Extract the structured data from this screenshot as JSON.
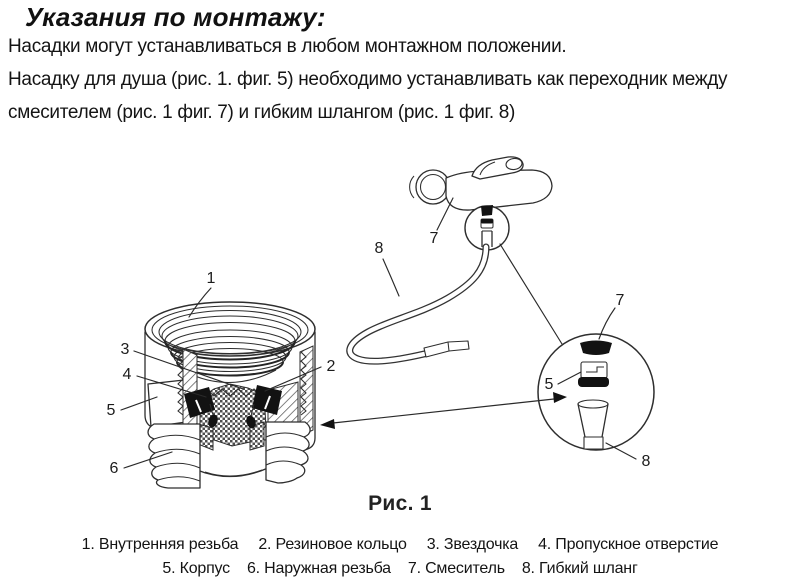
{
  "header": {
    "title": "Указания по монтажу:"
  },
  "body": {
    "lines": [
      "Насадки могут устанавливаться в любом монтажном положении.",
      "Насадку для душа (рис. 1. фиг. 5) необходимо устанавливать как переходник между",
      "смесителем (рис. 1 фиг. 7) и гибким шлангом (рис. 1 фиг. 8)"
    ]
  },
  "figure": {
    "caption": "Рис. 1",
    "callouts": {
      "c1": "1",
      "c2": "2",
      "c3": "3",
      "c4": "4",
      "c5": "5",
      "c6": "6",
      "c7_mixer": "7",
      "c8_hose": "8",
      "c7_detail": "7",
      "c5_detail": "5",
      "c8_detail": "8"
    }
  },
  "legend": {
    "row1": [
      "1. Внутренняя резьба",
      "2. Резиновое кольцо",
      "3. Звездочка",
      "4. Пропускное отверстие"
    ],
    "row2": [
      "5. Корпус",
      "6. Наружная резьба",
      "7. Смеситель",
      "8. Гибкий шланг"
    ]
  }
}
